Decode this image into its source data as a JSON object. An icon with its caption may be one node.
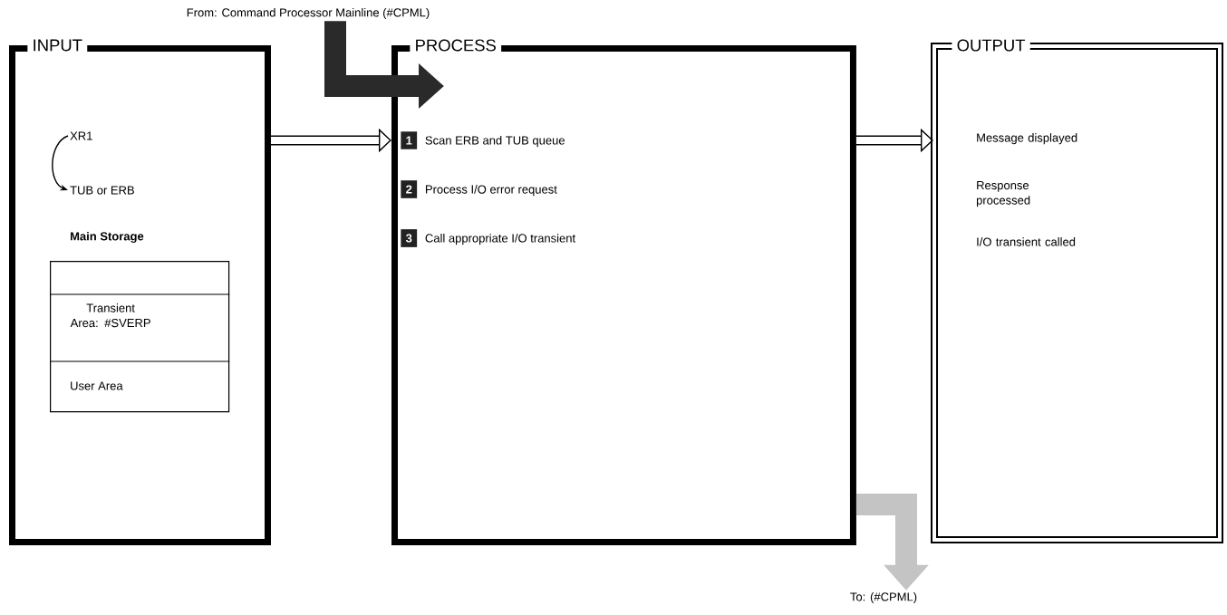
{
  "diagram": {
    "nodes": [
      {
        "text": [
          "INPUT"
        ]
      },
      {
        "text": [
          "XR1"
        ],
        "in": 0
      },
      {
        "text": [
          "TUB or ERB"
        ],
        "in": 0
      },
      {
        "text": [
          "Main Storage",
          "Transient Area: #SVERP",
          "User Area"
        ],
        "in": 0
      },
      {
        "text": [
          "PROCESS"
        ]
      },
      {
        "text": [
          "1",
          "Scan ERB and TUB queue"
        ],
        "in": 4
      },
      {
        "text": [
          "2",
          "Process I/O error request"
        ],
        "in": 4
      },
      {
        "text": [
          "3",
          "Call appropriate I/O transient"
        ],
        "in": 4
      },
      {
        "text": [
          "OUTPUT"
        ]
      },
      {
        "text": [
          "Message displayed"
        ],
        "in": 8
      },
      {
        "text": [
          "Response processed"
        ],
        "in": 8
      },
      {
        "text": [
          "I/O transient called"
        ],
        "in": 8
      },
      {
        "text": [
          "From: Command Processor Mainline (#CPML)"
        ]
      },
      {
        "text": [
          "To: (#CPML)"
        ]
      }
    ],
    "edges": [
      {
        "from": 1,
        "to": 2,
        "arrow": "to"
      },
      {
        "from": 0,
        "to": 4,
        "arrow": "to"
      },
      {
        "from": 4,
        "to": 8,
        "arrow": "to"
      },
      {
        "from": 12,
        "to": 4,
        "arrow": "to",
        "style": "thick",
        "color": "#2a2a2a"
      },
      {
        "from": 4,
        "to": 13,
        "arrow": "to",
        "style": "thick",
        "color": "#c4c4c4"
      }
    ]
  }
}
